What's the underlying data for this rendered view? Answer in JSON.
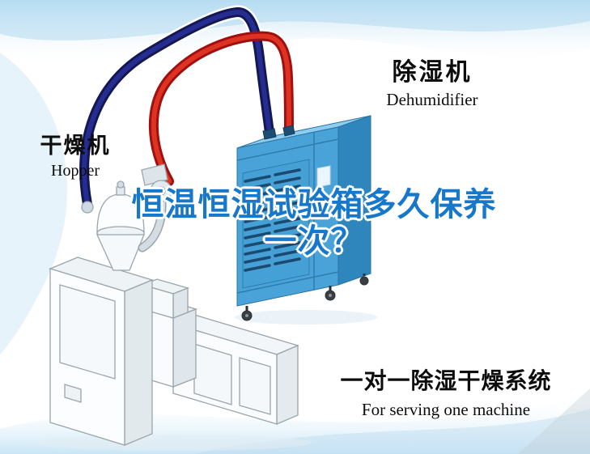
{
  "title": {
    "line1": "恒温恒湿试验箱多久保养",
    "line2": "一次？"
  },
  "labels": {
    "dehumidifier": {
      "cn": "除湿机",
      "en": "Dehumidifier"
    },
    "hopper": {
      "cn": "干燥机",
      "en": "Hopper"
    },
    "footer": {
      "cn": "一对一除湿干燥系统",
      "en": "For serving one machine"
    }
  },
  "colors": {
    "title_blue": "#1778cb",
    "pipe_navy": "#131852",
    "pipe_navy_light": "#262d91",
    "pipe_red": "#a01010",
    "pipe_red_light": "#de3322",
    "machine_front": "#4aa3d8",
    "machine_side": "#2f86bd",
    "machine_top": "#8ecdee",
    "vent_dark": "#1b4a70",
    "background_tint": "#bfe0f3"
  },
  "illustration": {
    "dehumidifier": "blue dehumidifier unit on casters with louver vents and two top hose connections",
    "hopper": "white hopper dryer on molding machine with funnel, dome lid, duct and blower",
    "pipes": [
      "navy supply hose",
      "red return hose"
    ]
  }
}
